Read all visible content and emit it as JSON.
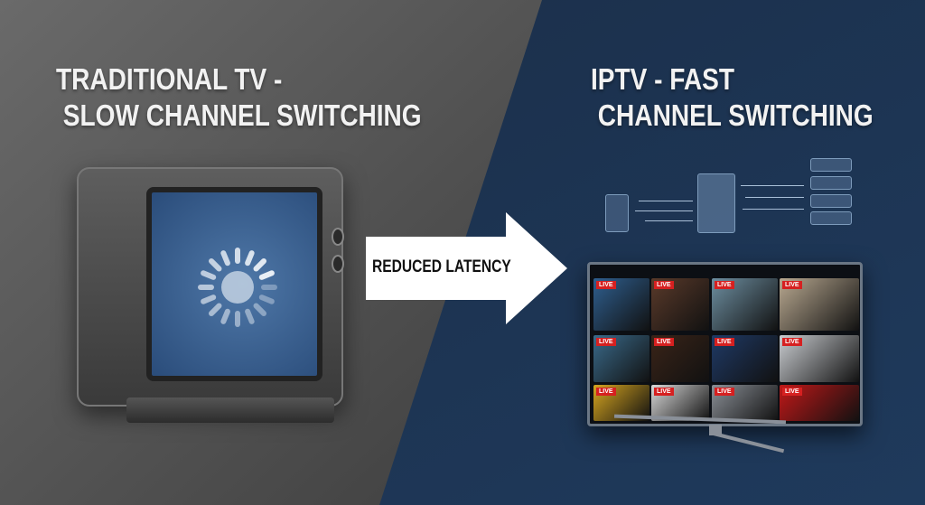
{
  "left": {
    "title": "TRADITIONAL TV -\n SLOW CHANNEL SWITCHING"
  },
  "right": {
    "title": "IPTV - FAST\n CHANNEL SWITCHING"
  },
  "arrow": {
    "label": "REDUCED LATENCY"
  },
  "iptv_grid": {
    "badge": "LIVE",
    "tiles": [
      {
        "color": "#2f5f8f"
      },
      {
        "color": "#5a3a2a"
      },
      {
        "color": "#6d8ea0"
      },
      {
        "color": "#b8a890"
      },
      {
        "color": "#3a6a8a"
      },
      {
        "color": "#3a2418"
      },
      {
        "color": "#1f3a66"
      },
      {
        "color": "#c9ccd0"
      },
      {
        "color": "#d6a520"
      },
      {
        "color": "#d8d8d8"
      },
      {
        "color": "#8a8f96"
      },
      {
        "color": "#c01818"
      }
    ]
  },
  "colors": {
    "left_bg": "#5f5f5f",
    "right_bg": "#1d3554"
  }
}
